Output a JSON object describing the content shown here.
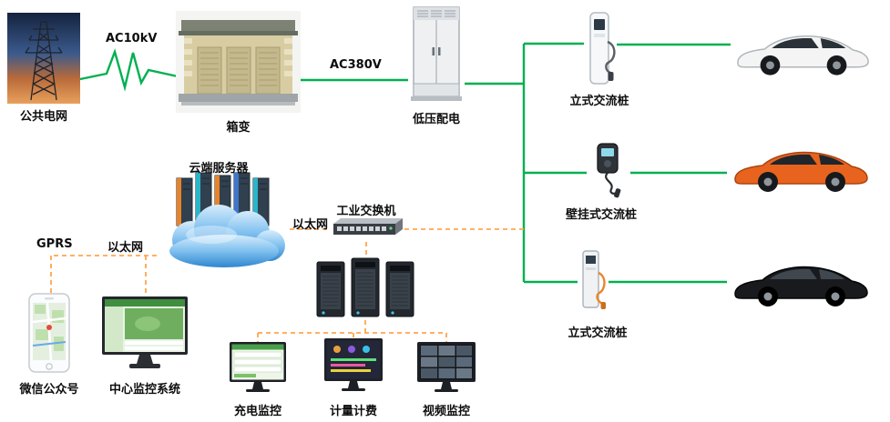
{
  "colors": {
    "power_line": "#00b050",
    "data_line": "#ffa64d"
  },
  "nodes": {
    "public_grid": {
      "label": "公共电网"
    },
    "transformer": {
      "label": "箱变"
    },
    "lv_distribution": {
      "label": "低压配电"
    },
    "pile_top": {
      "label": "立式交流桩"
    },
    "pile_wall": {
      "label": "壁挂式交流桩"
    },
    "pile_bottom": {
      "label": "立式交流桩"
    },
    "cloud_server": {
      "label": "云端服务器"
    },
    "industrial_switch": {
      "label": "工业交换机"
    },
    "wechat_account": {
      "label": "微信公众号"
    },
    "central_monitoring": {
      "label": "中心监控系统"
    },
    "charging_monitor": {
      "label": "充电监控"
    },
    "metering_billing": {
      "label": "计量计费"
    },
    "video_monitor": {
      "label": "视频监控"
    }
  },
  "edges": {
    "ac10kv": {
      "label": "AC10kV"
    },
    "ac380v": {
      "label": "AC380V"
    },
    "ethernet_cloud_switch": {
      "label": "以太网"
    },
    "ethernet_left": {
      "label": "以太网"
    },
    "gprs": {
      "label": "GPRS"
    }
  },
  "cars": [
    {
      "name": "white-sedan",
      "color": "#f4f4f4",
      "outline": "#b0b6ba",
      "window": "#2a3138"
    },
    {
      "name": "orange-sports-car",
      "color": "#e8641e",
      "outline": "#aa4410",
      "window": "#20262b"
    },
    {
      "name": "black-coupe",
      "color": "#181a1d",
      "outline": "#040505",
      "window": "#40474e"
    }
  ]
}
